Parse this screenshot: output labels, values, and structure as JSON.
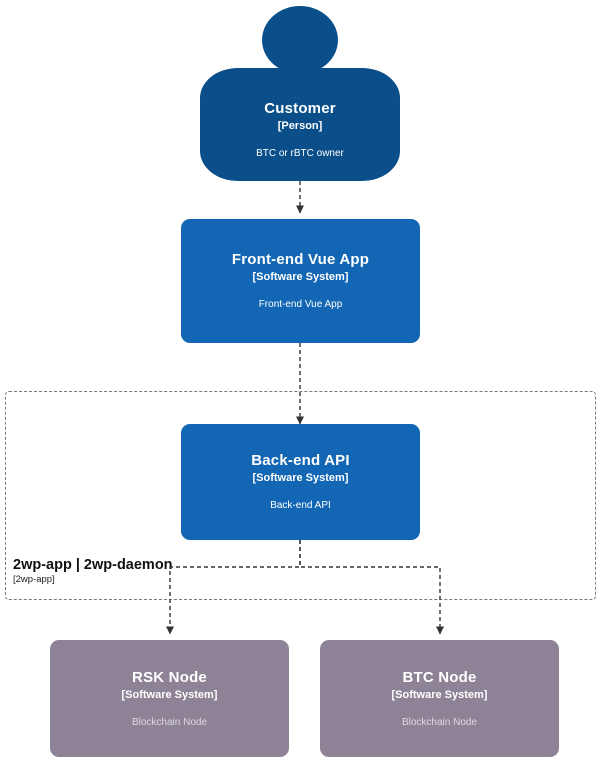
{
  "diagram": {
    "type": "c4-context",
    "background": "#ffffff",
    "colors": {
      "person": "#0b4f8a",
      "system": "#1266b3",
      "external_system": "#8e8396",
      "boundary_border": "#7a7a7a",
      "arrow": "#333333",
      "node_text": "#ffffff",
      "external_desc_text": "#ded9e2"
    },
    "nodes": [
      {
        "id": "customer",
        "shape": "person",
        "title": "Customer",
        "subtitle": "[Person]",
        "description": "BTC or rBTC owner"
      },
      {
        "id": "frontend",
        "shape": "system",
        "title": "Front-end Vue App",
        "subtitle": "[Software System]",
        "description": "Front-end Vue App"
      },
      {
        "id": "backend",
        "shape": "system",
        "title": "Back-end API",
        "subtitle": "[Software System]",
        "description": "Back-end API"
      },
      {
        "id": "rsknode",
        "shape": "external-system",
        "title": "RSK Node",
        "subtitle": "[Software System]",
        "description": "Blockchain Node"
      },
      {
        "id": "btcnode",
        "shape": "external-system",
        "title": "BTC Node",
        "subtitle": "[Software System]",
        "description": "Blockchain Node"
      }
    ],
    "boundary": {
      "title": "2wp-app | 2wp-daemon",
      "subtitle": "[2wp-app]"
    },
    "edges": [
      {
        "from": "customer",
        "to": "frontend",
        "style": "dashed"
      },
      {
        "from": "frontend",
        "to": "backend",
        "style": "dashed"
      },
      {
        "from": "backend",
        "to": "rsknode",
        "style": "dashed"
      },
      {
        "from": "backend",
        "to": "btcnode",
        "style": "dashed"
      }
    ]
  }
}
